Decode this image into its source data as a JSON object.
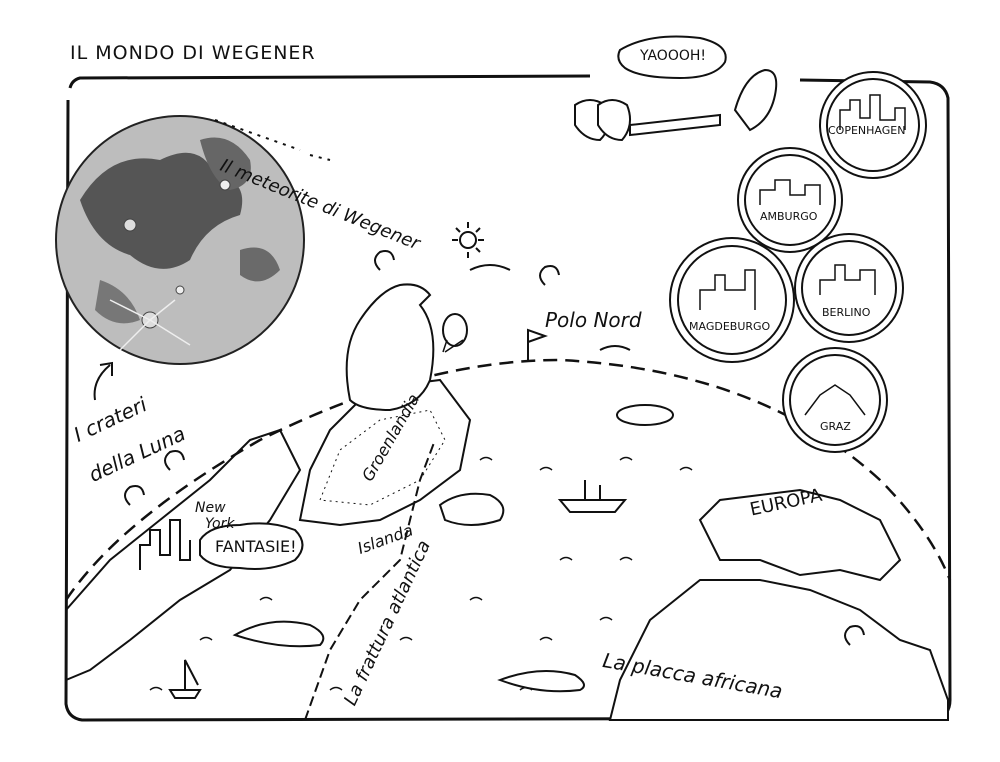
{
  "map": {
    "title": "IL MONDO DI WEGENER",
    "labels": {
      "meteorite": "Il meteorite di Wegener",
      "crateri_line1": "I crateri",
      "crateri_line2": "della Luna",
      "polo_nord": "Polo Nord",
      "groenlandia": "Groenlandia",
      "islanda": "Islanda",
      "new_york_line1": "New",
      "new_york_line2": "York",
      "fantasie": "FANTASIE!",
      "frattura": "La frattura atlantica",
      "europa": "EUROPA",
      "placca": "La placca africana",
      "yaoooh": "YAOOOH!"
    },
    "cities": [
      "COPENHAGEN",
      "AMBURGO",
      "MAGDEBURGO",
      "BERLINO",
      "GRAZ"
    ]
  }
}
